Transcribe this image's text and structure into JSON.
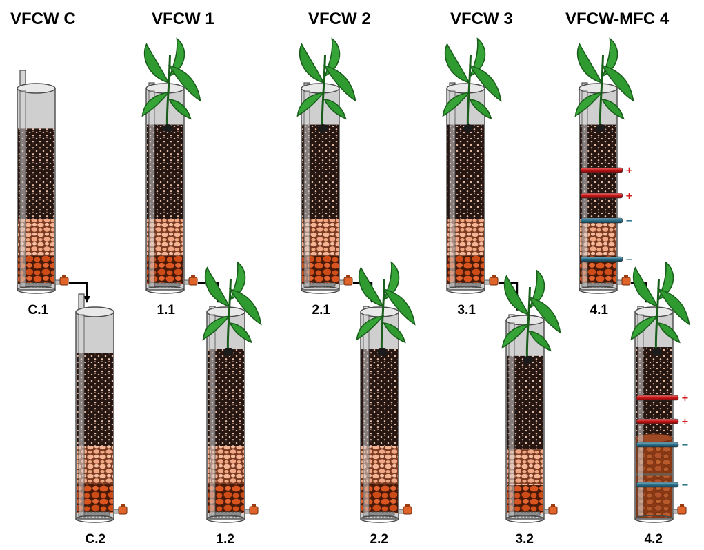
{
  "systems": [
    {
      "title": "VFCW C",
      "upper_label": "C.1",
      "lower_label": "C.2",
      "planted": false,
      "electrodes": false
    },
    {
      "title": "VFCW 1",
      "upper_label": "1.1",
      "lower_label": "1.2",
      "planted": true,
      "electrodes": false
    },
    {
      "title": "VFCW 2",
      "upper_label": "2.1",
      "lower_label": "2.2",
      "planted": true,
      "electrodes": false
    },
    {
      "title": "VFCW 3",
      "upper_label": "3.1",
      "lower_label": "3.2",
      "planted": true,
      "electrodes": false
    },
    {
      "title": "VFCW-MFC 4",
      "upper_label": "4.1",
      "lower_label": "4.2",
      "planted": true,
      "electrodes": true
    }
  ],
  "electrode_signs": {
    "anode": "+",
    "cathode": "−"
  },
  "colors": {
    "column_fill": "#cfcfcf",
    "column_stroke": "#4a4a4a",
    "gravel_fine": "#2a1a16",
    "gravel_medium": "#f2b08e",
    "gravel_coarse": "#d9541e",
    "plant": "#2f9a30",
    "plant_dark": "#1a5e1c",
    "valve": "#e0642a",
    "anode": "#d11e1e",
    "cathode": "#2a6f8a",
    "lower_mfc_body": "#b0512a"
  }
}
